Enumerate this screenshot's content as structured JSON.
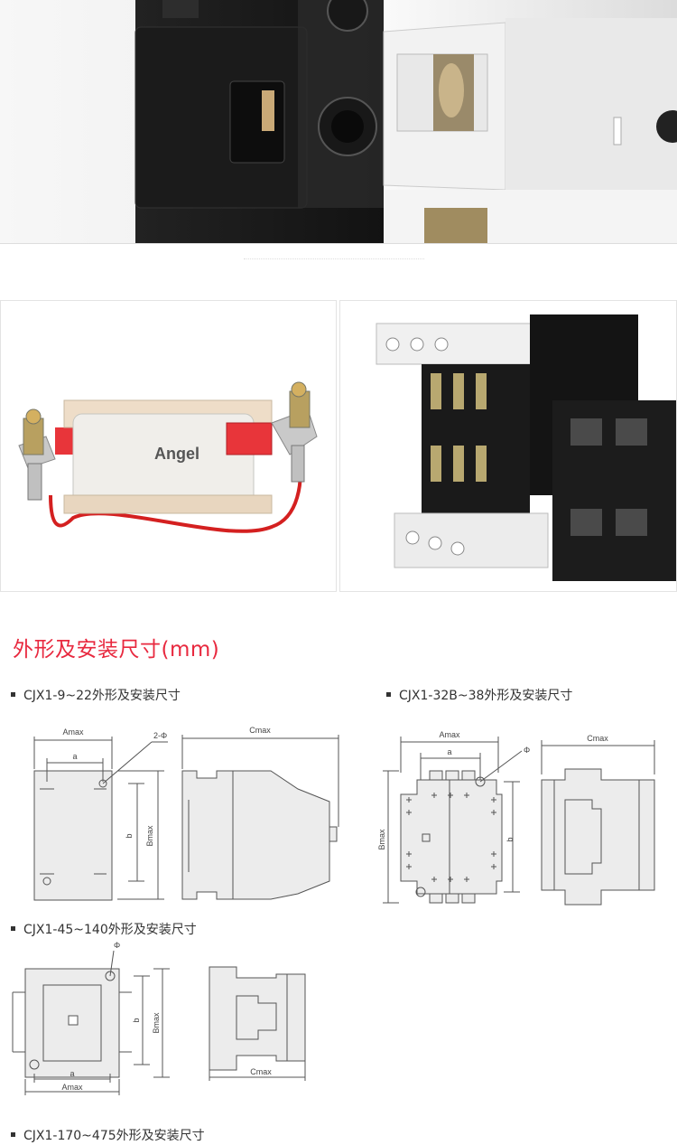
{
  "section_title": "外形及安装尺寸(mm)",
  "coil_label": "Angel",
  "diagrams": [
    {
      "caption": "CJX1-9~22外形及安装尺寸",
      "labels": {
        "amax": "Amax",
        "a": "a",
        "hole": "2-Φ",
        "cmax": "Cmax",
        "b": "b",
        "bmax": "Bmax"
      }
    },
    {
      "caption": "CJX1-32B~38外形及安装尺寸",
      "labels": {
        "amax": "Amax",
        "a": "a",
        "hole": "Φ",
        "cmax": "Cmax",
        "b": "b",
        "bmax": "Bmax"
      }
    },
    {
      "caption": "CJX1-45~140外形及安装尺寸",
      "labels": {
        "amax": "Amax",
        "a": "a",
        "hole": "Φ",
        "cmax": "Cmax",
        "b": "b",
        "bmax": "Bmax"
      }
    },
    {
      "caption": "CJX1-170~475外形及安装尺寸"
    }
  ],
  "colors": {
    "accent": "#e8293f",
    "line": "#555555",
    "fill": "#ececec"
  }
}
